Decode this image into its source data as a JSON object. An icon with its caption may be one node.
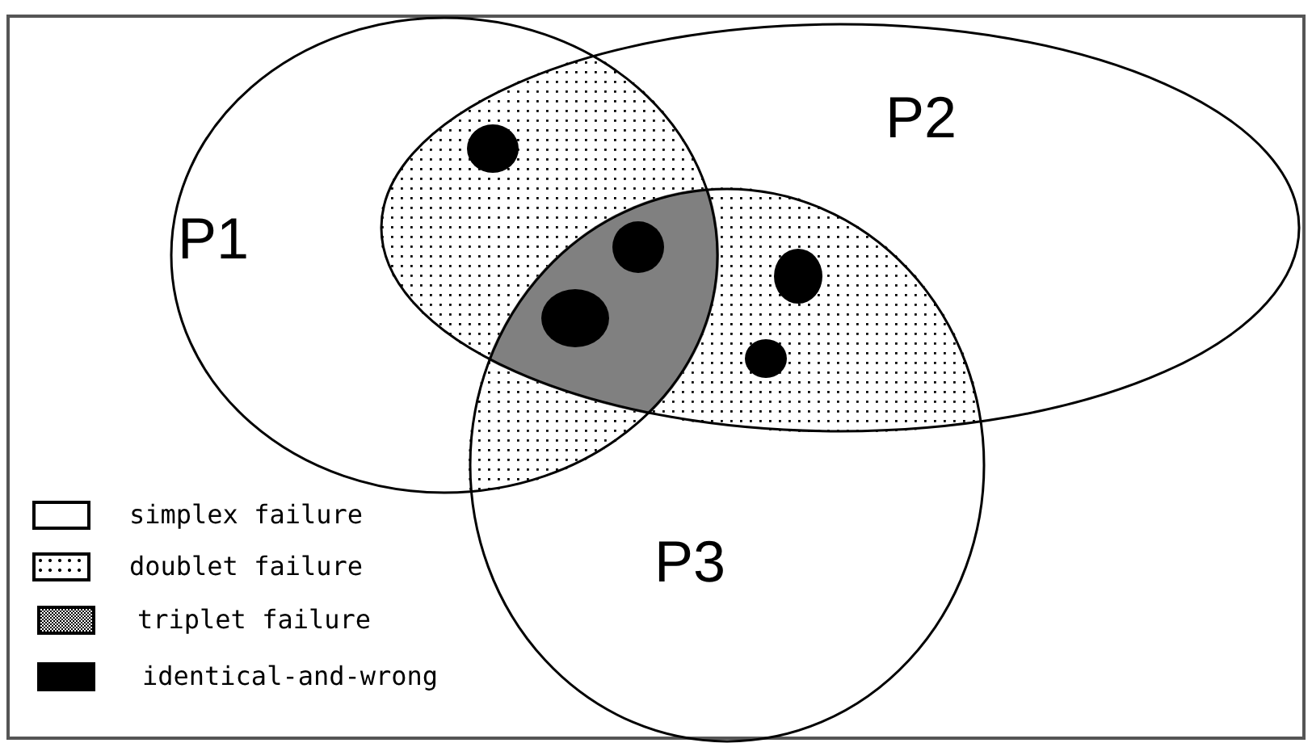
{
  "diagram": {
    "nodes": [
      {
        "text": [
          "P1"
        ]
      },
      {
        "text": [
          "P2"
        ]
      },
      {
        "text": [
          "P3"
        ]
      }
    ],
    "edges": [],
    "legend": [
      {
        "text": "simplex failure",
        "color": "#ffffff"
      },
      {
        "text": "doublet failure"
      },
      {
        "text": "triplet failure"
      },
      {
        "text": "identical-and-wrong",
        "color": "#000000"
      }
    ]
  }
}
